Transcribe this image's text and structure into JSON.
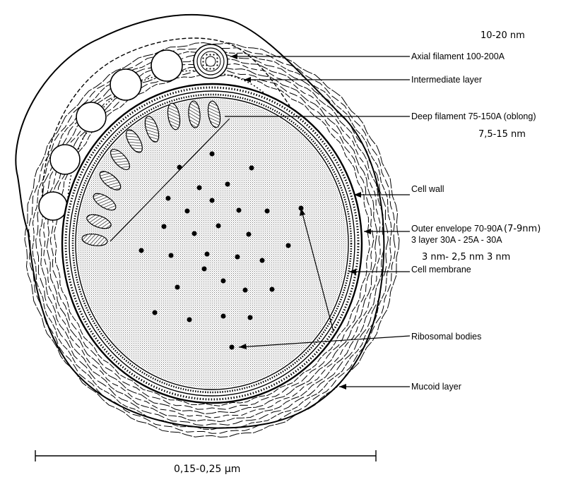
{
  "labels": {
    "axial_size_nm": "10-20  nm",
    "axial_filament": "Axial filament  100-200A",
    "intermediate_layer": "Intermediate layer",
    "deep_filament": "Deep filament  75-150A (oblong)",
    "deep_size_nm": "7,5-15  nm",
    "cell_wall": "Cell wall",
    "outer_envelope": "Outer envelope 70-90A",
    "outer_envelope_nm": "(7-9nm)",
    "three_layer": "3 layer 30A - 25A - 30A",
    "three_layer_nm": "3  nm- 2,5  nm 3  nm",
    "cell_membrane": "Cell membrane",
    "ribosomal_bodies": "Ribosomal bodies",
    "mucoid_layer": "Mucoid layer"
  },
  "scale_bar": {
    "label": "0,15-0,25  µm"
  },
  "colors": {
    "ink": "#000000",
    "stipple": "#c8c8c8",
    "background": "#ffffff"
  }
}
